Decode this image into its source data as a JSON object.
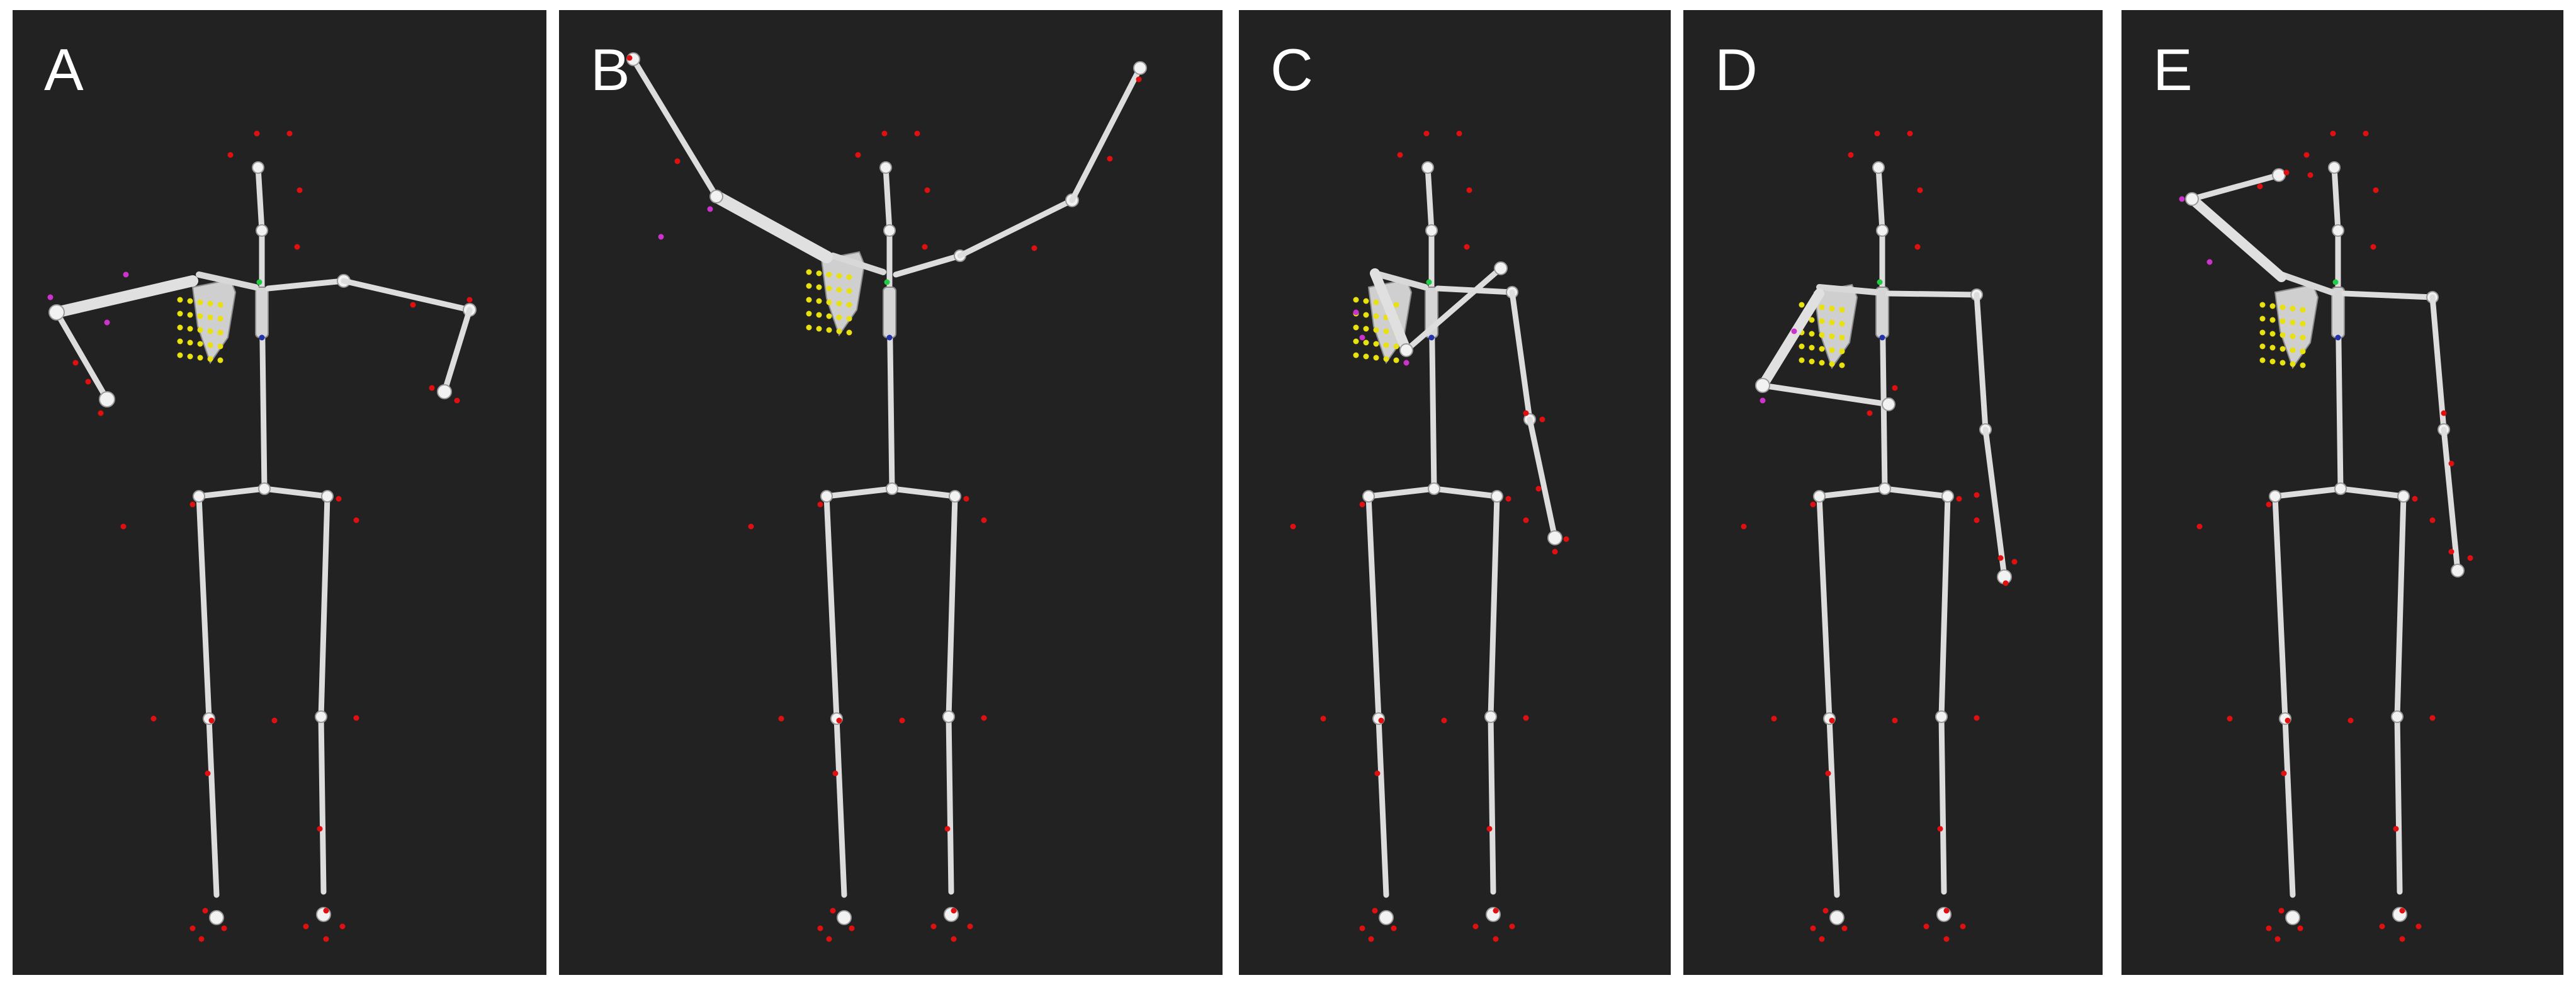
{
  "figure": {
    "panels": [
      {
        "label": "A",
        "pose": "arms-abducted-elbows-flexed"
      },
      {
        "label": "B",
        "pose": "arms-raised-overhead"
      },
      {
        "label": "C",
        "pose": "right-arm-adducted-across-chest"
      },
      {
        "label": "D",
        "pose": "right-arm-horizontal-abduction"
      },
      {
        "label": "E",
        "pose": "right-hand-overhead"
      }
    ],
    "colors": {
      "background": "#222222",
      "gap": "#ffffff",
      "label": "#ffffff",
      "segment": "#dddddd",
      "joint": "#f2f2f2",
      "bone": "#e0e0e0",
      "marker": "#e01010",
      "scapula_marker": "#e8e010",
      "humerus_marker": "#cc33cc",
      "spine_marker": "#2233aa",
      "clavicle_marker": "#22cc44"
    },
    "icons": [
      "skeleton-model",
      "scapula-bone",
      "clavicle-bone",
      "humerus-bone"
    ]
  }
}
